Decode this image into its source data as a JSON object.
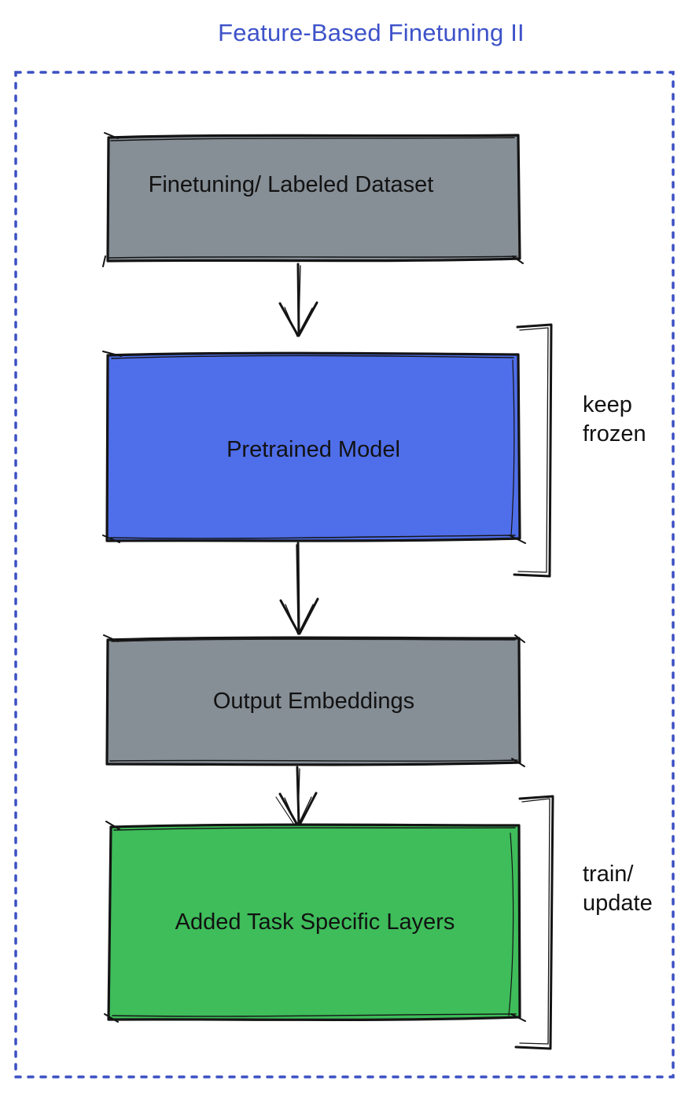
{
  "title": {
    "text": "Feature-Based Finetuning II"
  },
  "colors": {
    "title": "#3d52c9",
    "frame": "#3c50c4",
    "box_gray": "#868e96",
    "box_blue": "#4f6ee9",
    "box_green": "#3ebd5a",
    "sketch_stroke": "#141414",
    "label_text": "#121212"
  },
  "boxes": [
    {
      "id": "finetuning-dataset",
      "label": "Finetuning/ Labeled Dataset",
      "fill": "#868e96"
    },
    {
      "id": "pretrained-model",
      "label": "Pretrained Model",
      "fill": "#4f6ee9"
    },
    {
      "id": "output-embeddings",
      "label": "Output Embeddings",
      "fill": "#868e96"
    },
    {
      "id": "added-task-layers",
      "label": "Added Task Specific Layers",
      "fill": "#3ebd5a"
    }
  ],
  "annotations": [
    {
      "target": "pretrained-model",
      "lines": [
        "keep",
        "frozen"
      ]
    },
    {
      "target": "added-task-layers",
      "lines": [
        "train/",
        "update"
      ]
    }
  ],
  "connections": [
    {
      "from": "finetuning-dataset",
      "to": "pretrained-model",
      "type": "arrow-down"
    },
    {
      "from": "pretrained-model",
      "to": "output-embeddings",
      "type": "arrow-down"
    },
    {
      "from": "output-embeddings",
      "to": "added-task-layers",
      "type": "arrow-down"
    }
  ]
}
